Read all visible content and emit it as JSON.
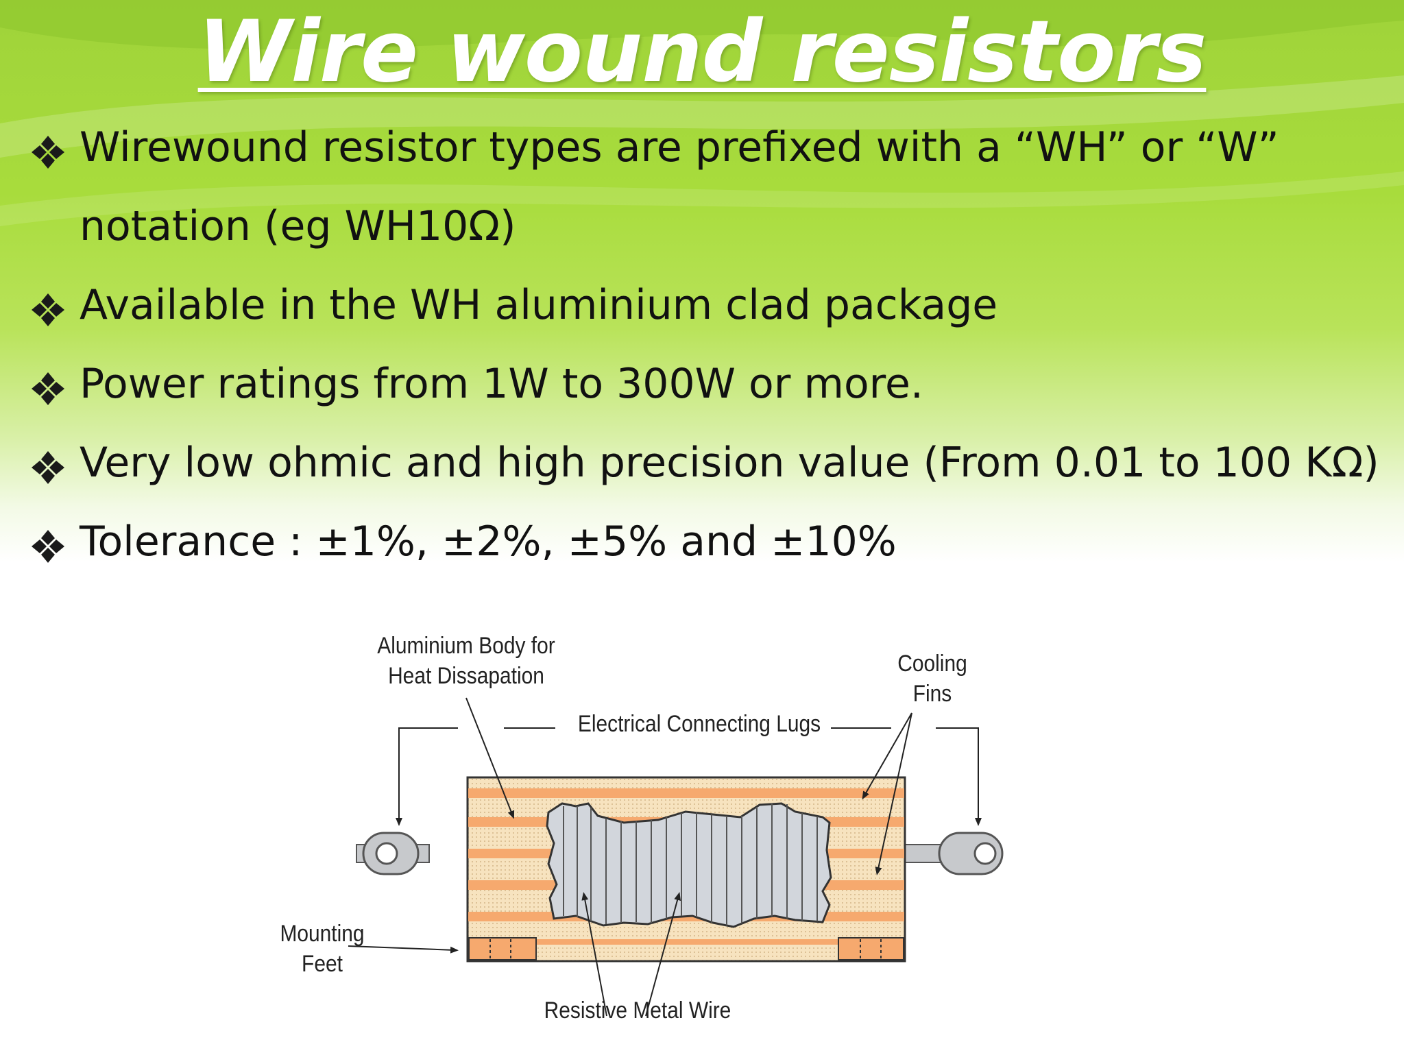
{
  "slide": {
    "title": "Wire wound resistors",
    "bullets": [
      {
        "text": "Wirewound resistor types are prefixed with a “WH” or “W” notation (eg WH10Ω)"
      },
      {
        "text": "Available in the WH aluminium clad package"
      },
      {
        "text": "Power ratings from 1W to 300W or more."
      },
      {
        "text": "Very low ohmic and high precision value (From 0.01 to 100 KΩ)"
      },
      {
        "text": "Tolerance : ±1%, ±2%, ±5% and ±10%"
      }
    ],
    "bullet_icon": "four-diamond-bullet-icon"
  },
  "diagram": {
    "labels": {
      "body_line1": "Aluminium Body for",
      "body_line2": "Heat Dissapation",
      "lugs": "Electrical Connecting Lugs",
      "fins_line1": "Cooling",
      "fins_line2": "Fins",
      "feet_line1": "Mounting",
      "feet_line2": "Feet",
      "wire": "Resistive Metal Wire"
    }
  },
  "colors": {
    "background_green": "#a8dc3c",
    "fin_orange": "#f6a96e",
    "body_fill": "#f6dcae",
    "wire_gray": "#d2d6dc"
  }
}
